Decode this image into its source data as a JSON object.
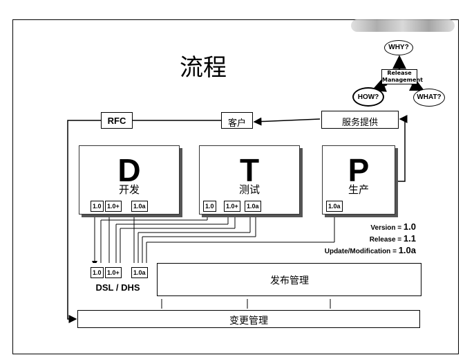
{
  "title": "流程",
  "rm": {
    "why": "WHY?",
    "how": "HOW?",
    "what": "WHAT?",
    "center_line1": "Release",
    "center_line2": "Management"
  },
  "top_boxes": {
    "rfc": "RFC",
    "customer": "客户",
    "service": "服务提供"
  },
  "stages": [
    {
      "letter": "D",
      "name": "开发",
      "versions": [
        "1.0",
        "1.0+",
        "1.0a"
      ]
    },
    {
      "letter": "T",
      "name": "测试",
      "versions": [
        "1.0",
        "1.0+",
        "1.0a"
      ]
    },
    {
      "letter": "P",
      "name": "生产",
      "versions": [
        "1.0a"
      ]
    }
  ],
  "legend": {
    "version_label": "Version  = ",
    "version_value": "1.0",
    "release_label": "Release = ",
    "release_value": "1.1",
    "update_label": "Update/Modification = ",
    "update_value": "1.0a"
  },
  "dsl": {
    "label": "DSL / DHS",
    "versions": [
      "1.0",
      "1.0+",
      "1.0a"
    ]
  },
  "release_mgmt": "发布管理",
  "change_mgmt": "变更管理"
}
